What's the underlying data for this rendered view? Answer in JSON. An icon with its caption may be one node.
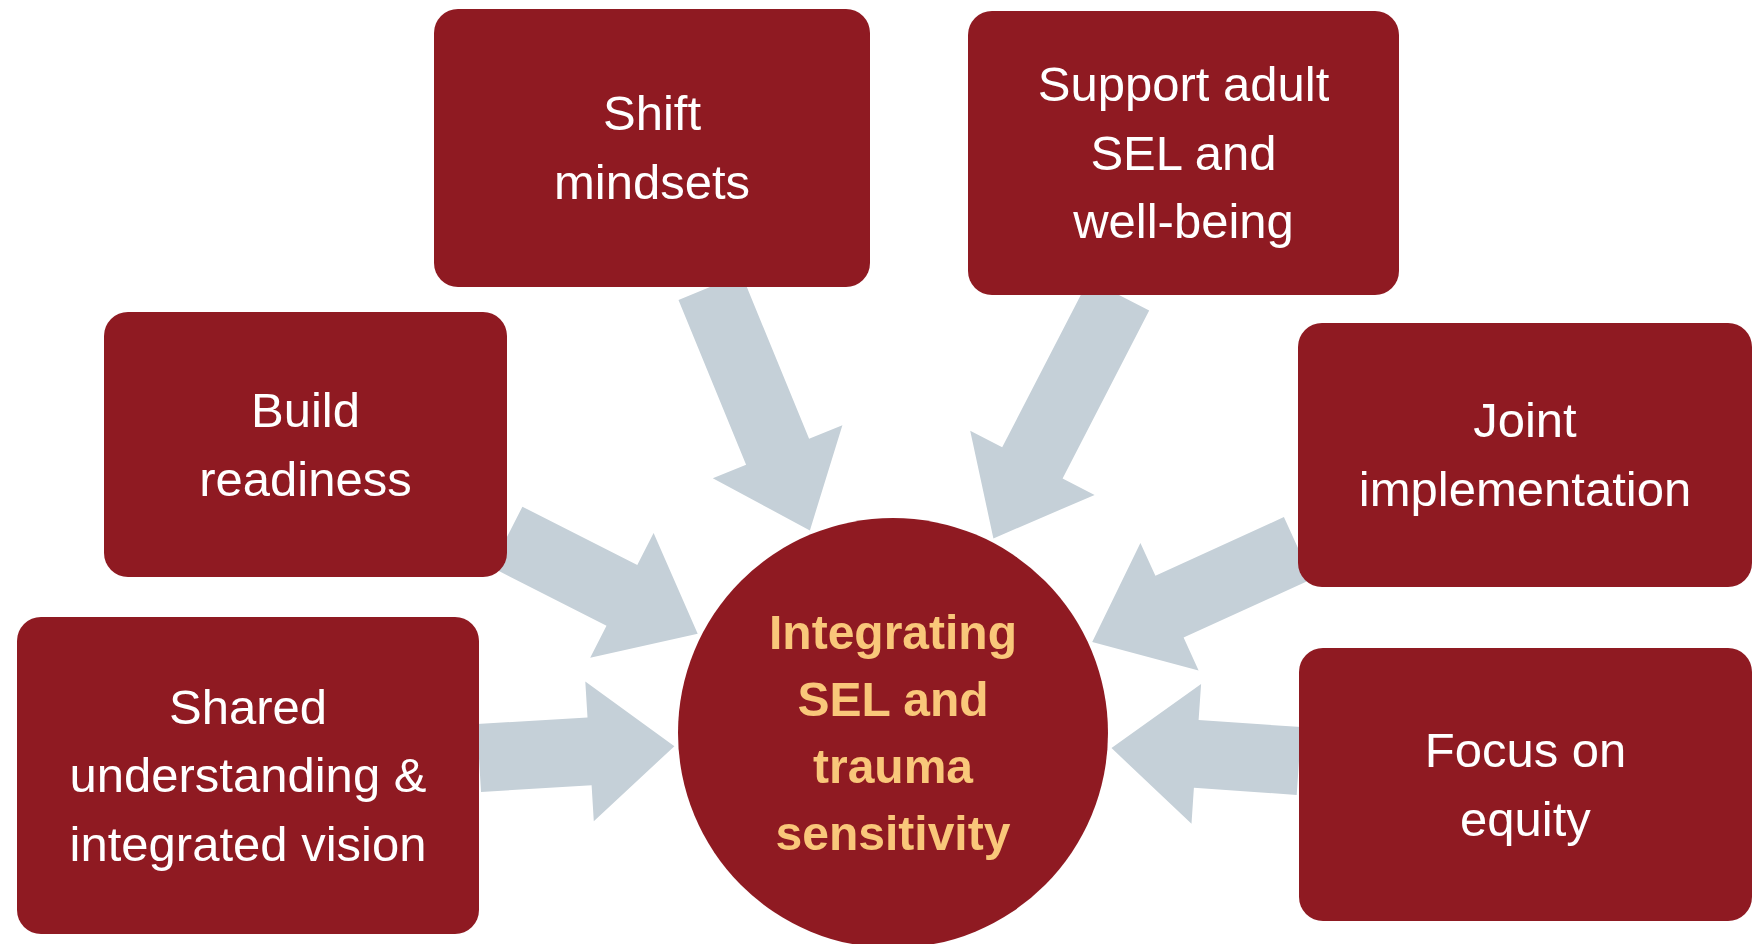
{
  "diagram": {
    "nodes": [
      {
        "text": [
          "Shift mindsets"
        ]
      },
      {
        "text": [
          "Support adult SEL and well-being"
        ]
      },
      {
        "text": [
          "Build readiness"
        ]
      },
      {
        "text": [
          "Joint implementation"
        ]
      },
      {
        "text": [
          "Shared understanding & integrated vision"
        ]
      },
      {
        "text": [
          "Focus on equity"
        ]
      },
      {
        "text": [
          "Integrating SEL and trauma sensitivity"
        ]
      }
    ],
    "edges": [
      {
        "from": 0,
        "to": 6,
        "arrow": "to"
      },
      {
        "from": 1,
        "to": 6,
        "arrow": "to"
      },
      {
        "from": 2,
        "to": 6,
        "arrow": "to"
      },
      {
        "from": 3,
        "to": 6,
        "arrow": "to"
      },
      {
        "from": 4,
        "to": 6,
        "arrow": "to"
      },
      {
        "from": 5,
        "to": 6,
        "arrow": "to"
      }
    ]
  }
}
